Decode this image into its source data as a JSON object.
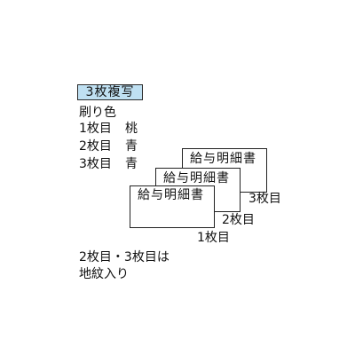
{
  "badge": {
    "label": "3枚複写"
  },
  "print_color": {
    "heading": "刷り色",
    "rows": [
      {
        "sheet": "1枚目",
        "color": "桃"
      },
      {
        "sheet": "2枚目",
        "color": "青"
      },
      {
        "sheet": "3枚目",
        "color": "青"
      }
    ]
  },
  "sheets": [
    {
      "title": "給与明細書",
      "caption": "3枚目"
    },
    {
      "title": "給与明細書",
      "caption": "2枚目"
    },
    {
      "title": "給与明細書",
      "caption": "1枚目"
    }
  ],
  "note": {
    "line1": "2枚目・3枚目は",
    "line2": "地紋入り"
  },
  "colors": {
    "badge_bg": "#bfe0f2",
    "border": "#222222"
  }
}
